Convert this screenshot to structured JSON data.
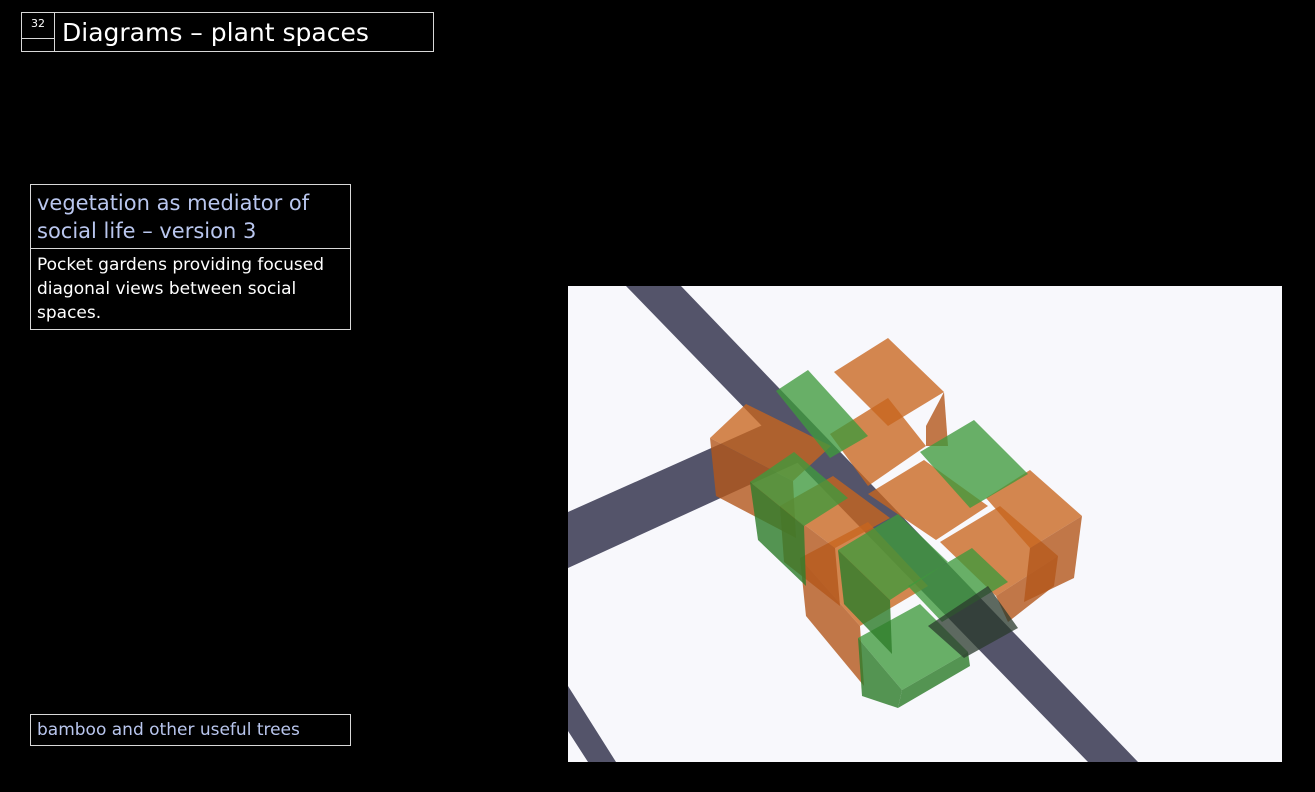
{
  "header": {
    "page_number": "32",
    "title": "Diagrams – plant spaces"
  },
  "panel": {
    "heading": "vegetation as mediator of social life – version 3",
    "body": "Pocket gardens providing focused diagonal views between social spaces."
  },
  "footer_label": "bamboo and other useful trees",
  "colors": {
    "background": "#000000",
    "accent_text": "#b9c6ee",
    "path_gray": "#54546a",
    "orange_block": "#c8651e",
    "green_block": "#3f9a3c",
    "diagram_background": "#f8f8fc"
  }
}
